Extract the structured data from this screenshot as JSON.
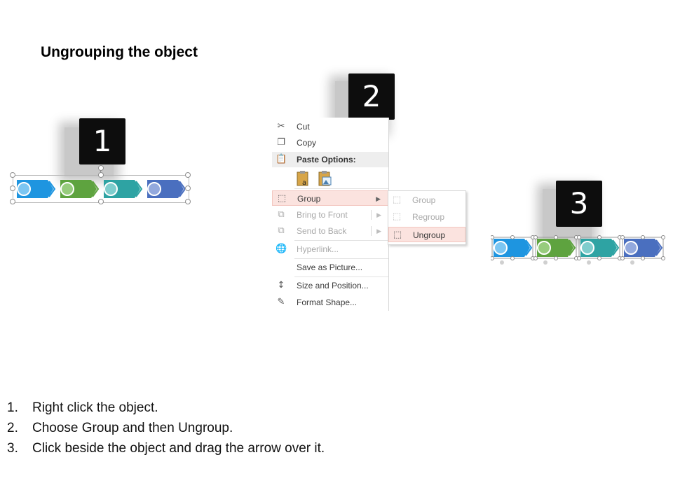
{
  "heading": "Ungrouping the object",
  "badges": {
    "one": "1",
    "two": "2",
    "three": "3"
  },
  "colors": {
    "arrow_blue": "#1e95e0",
    "arrow_green": "#5ea33f",
    "arrow_teal": "#2ea3a3",
    "arrow_indigo": "#4a6fbf",
    "menu_hover": "#fbe3df",
    "badge_bg": "#0d0d0d"
  },
  "context_menu": {
    "items": [
      {
        "label": "Cut",
        "icon": "scissors-icon",
        "enabled": true
      },
      {
        "label": "Copy",
        "icon": "copy-icon",
        "enabled": true
      },
      {
        "label": "Paste Options:",
        "icon": "clipboard-icon",
        "enabled": true
      },
      {
        "label": "Group",
        "icon": "group-icon",
        "enabled": true,
        "highlighted": true
      },
      {
        "label": "Bring to Front",
        "icon": "bring-to-front-icon",
        "enabled": false
      },
      {
        "label": "Send to Back",
        "icon": "send-to-back-icon",
        "enabled": false
      },
      {
        "label": "Hyperlink...",
        "icon": "hyperlink-icon",
        "enabled": false
      },
      {
        "label": "Save as Picture...",
        "icon": "",
        "enabled": true
      },
      {
        "label": "Size and Position...",
        "icon": "size-position-icon",
        "enabled": true
      },
      {
        "label": "Format Shape...",
        "icon": "format-shape-icon",
        "enabled": true
      }
    ],
    "paste_option_icons": [
      "paste-keep-text-icon",
      "paste-picture-icon"
    ]
  },
  "submenu": {
    "items": [
      {
        "label": "Group",
        "icon": "group-icon",
        "enabled": false
      },
      {
        "label": "Regroup",
        "icon": "regroup-icon",
        "enabled": false
      },
      {
        "label": "Ungroup",
        "icon": "ungroup-icon",
        "enabled": true,
        "highlighted": true
      }
    ]
  },
  "steps": [
    {
      "num": "1.",
      "text": "Right click the object."
    },
    {
      "num": "2.",
      "text": "Choose Group and then Ungroup."
    },
    {
      "num": "3.",
      "text": "Click beside the object and drag the arrow over it."
    }
  ]
}
